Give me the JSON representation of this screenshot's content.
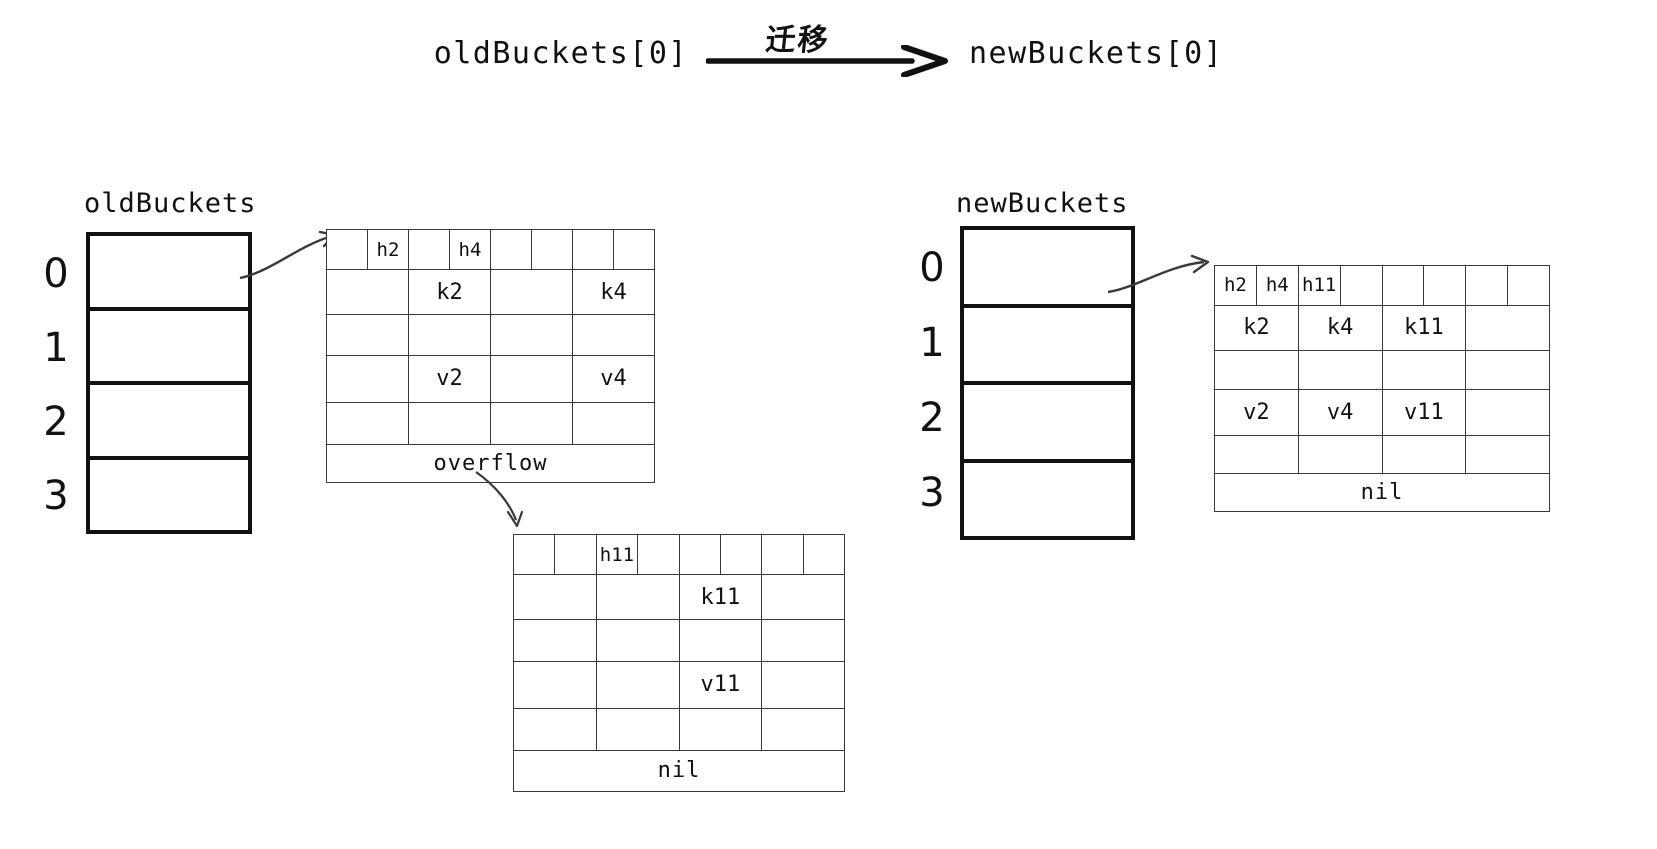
{
  "header": {
    "source_label": "oldBuckets[0]",
    "relation_label": "迁移",
    "target_label": "newBuckets[0]",
    "arrow_icon": "arrow-right-icon"
  },
  "colors": {
    "ink": "#111111",
    "grid": "#3a3a3a",
    "background": "#ffffff"
  },
  "old_side": {
    "array_title": "oldBuckets",
    "indices": [
      "0",
      "1",
      "2",
      "3"
    ],
    "bucket": {
      "name": "oldBuckets[0]",
      "tophash": [
        "",
        "h2",
        "",
        "h4",
        "",
        "",
        "",
        ""
      ],
      "keys": [
        "",
        "k2",
        "",
        "k4"
      ],
      "keys_blank": [
        "",
        "",
        "",
        ""
      ],
      "values": [
        "",
        "v2",
        "",
        "v4"
      ],
      "values_blank": [
        "",
        "",
        "",
        ""
      ],
      "overflow_label": "overflow"
    },
    "overflow_bucket": {
      "name": "oldBuckets[0].overflow",
      "tophash": [
        "",
        "",
        "h11",
        "",
        "",
        "",
        "",
        ""
      ],
      "keys": [
        "",
        "",
        "k11",
        ""
      ],
      "keys_blank": [
        "",
        "",
        "",
        ""
      ],
      "values": [
        "",
        "",
        "v11",
        ""
      ],
      "values_blank": [
        "",
        "",
        "",
        ""
      ],
      "overflow_label": "nil"
    }
  },
  "new_side": {
    "array_title": "newBuckets",
    "indices": [
      "0",
      "1",
      "2",
      "3"
    ],
    "bucket": {
      "name": "newBuckets[0]",
      "tophash": [
        "h2",
        "h4",
        "h11",
        "",
        "",
        "",
        "",
        ""
      ],
      "keys": [
        "k2",
        "k4",
        "k11",
        ""
      ],
      "keys_blank": [
        "",
        "",
        "",
        ""
      ],
      "values": [
        "v2",
        "v4",
        "v11",
        ""
      ],
      "values_blank": [
        "",
        "",
        "",
        ""
      ],
      "overflow_label": "nil"
    }
  }
}
